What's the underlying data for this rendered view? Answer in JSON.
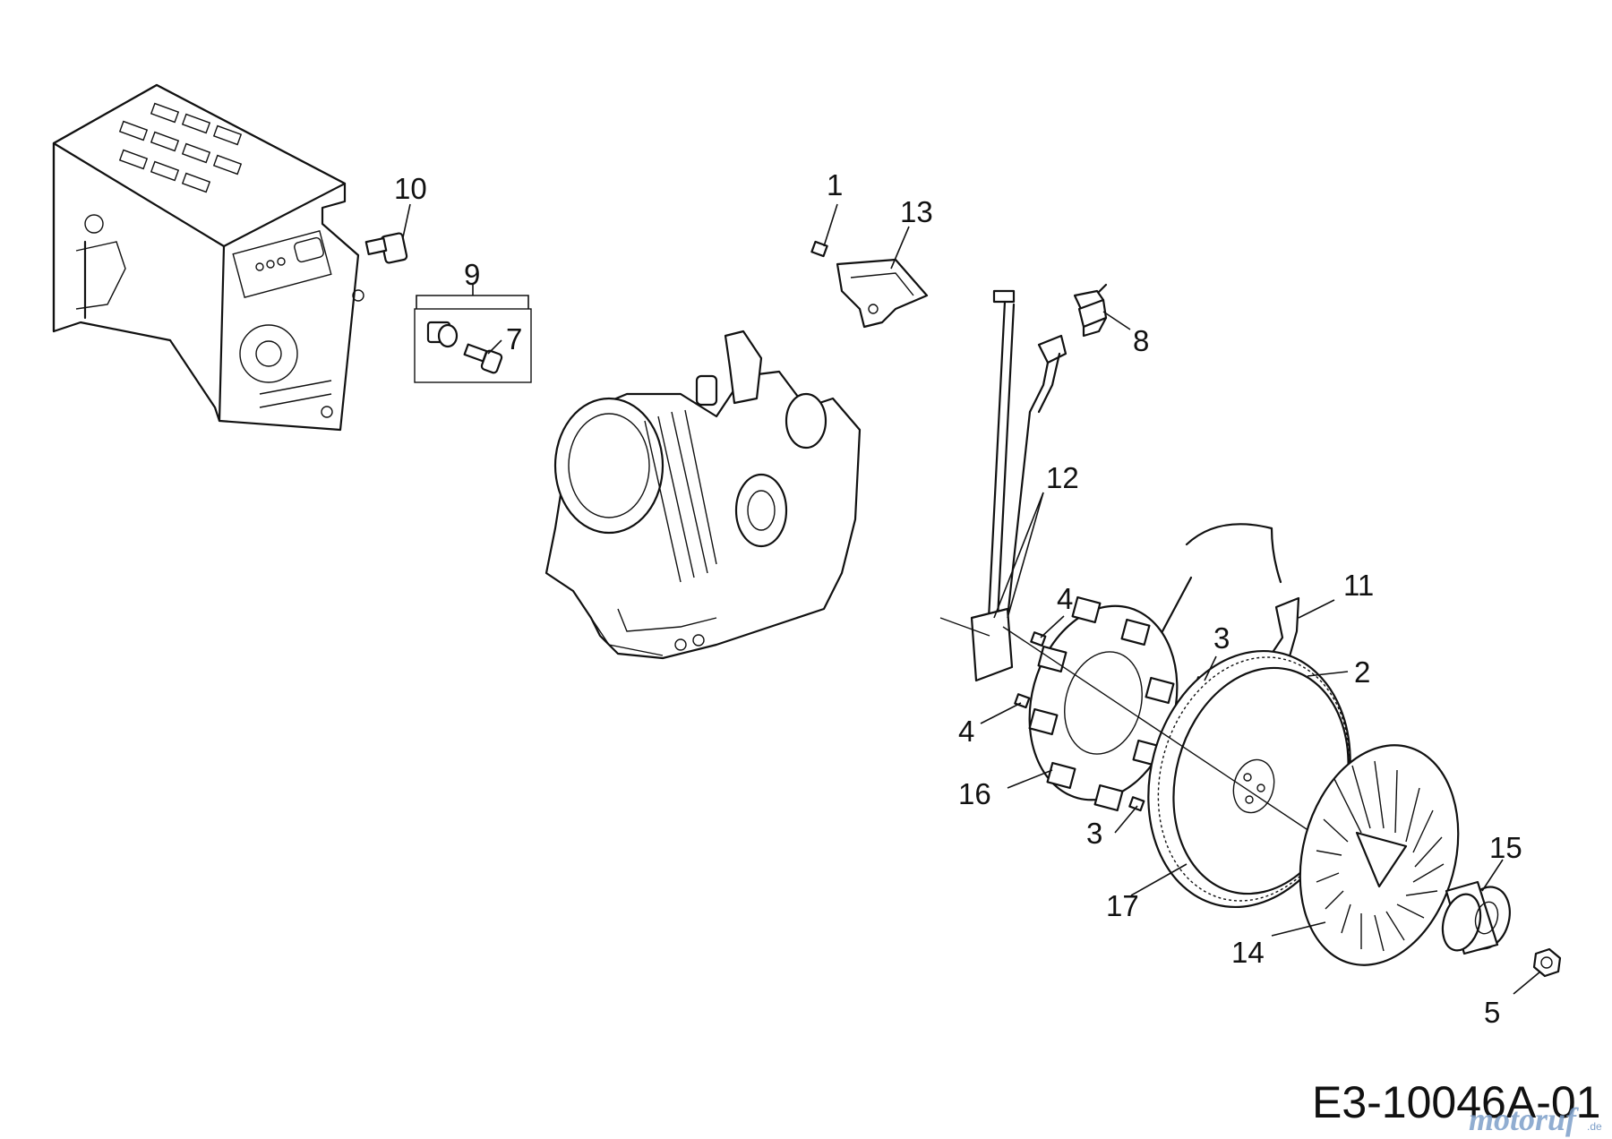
{
  "diagram": {
    "code": "E3-10046A-01",
    "watermark": "motoruf",
    "watermark_suffix": ".de",
    "callouts": [
      {
        "id": "c1",
        "label": "1"
      },
      {
        "id": "c2",
        "label": "2"
      },
      {
        "id": "c3a",
        "label": "3"
      },
      {
        "id": "c3b",
        "label": "3"
      },
      {
        "id": "c4a",
        "label": "4"
      },
      {
        "id": "c4b",
        "label": "4"
      },
      {
        "id": "c5",
        "label": "5"
      },
      {
        "id": "c7",
        "label": "7"
      },
      {
        "id": "c8",
        "label": "8"
      },
      {
        "id": "c9",
        "label": "9"
      },
      {
        "id": "c10",
        "label": "10"
      },
      {
        "id": "c11",
        "label": "11"
      },
      {
        "id": "c12",
        "label": "12"
      },
      {
        "id": "c13",
        "label": "13"
      },
      {
        "id": "c14",
        "label": "14"
      },
      {
        "id": "c15",
        "label": "15"
      },
      {
        "id": "c16",
        "label": "16"
      },
      {
        "id": "c17",
        "label": "17"
      }
    ]
  }
}
